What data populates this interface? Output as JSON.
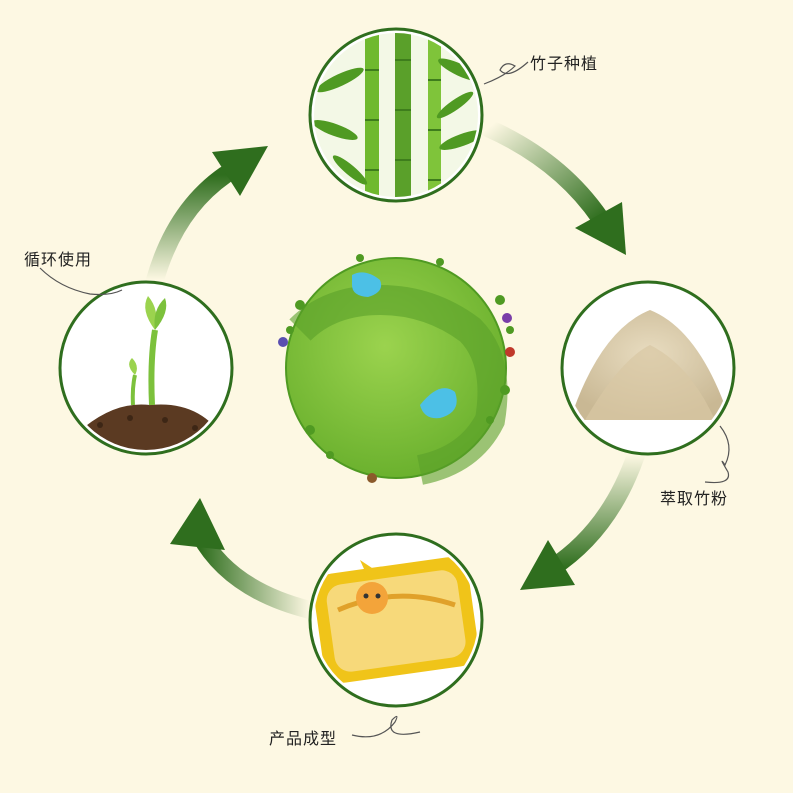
{
  "steps": {
    "bamboo": "竹子种植",
    "powder": "萃取竹粉",
    "product": "产品成型",
    "recycle": "循环使用"
  },
  "colors": {
    "background": "#fdf8e3",
    "arrow": "#2f6e1e",
    "globe": "#7cc13c",
    "globe_dark": "#5aa02a",
    "water": "#4cc0e6",
    "ring": "#2f6e1e"
  },
  "icons": {
    "bamboo": "bamboo-photo",
    "powder": "bamboo-powder-photo",
    "product": "cat-plate-photo",
    "recycle": "seedling-photo",
    "center": "green-earth-globe"
  }
}
